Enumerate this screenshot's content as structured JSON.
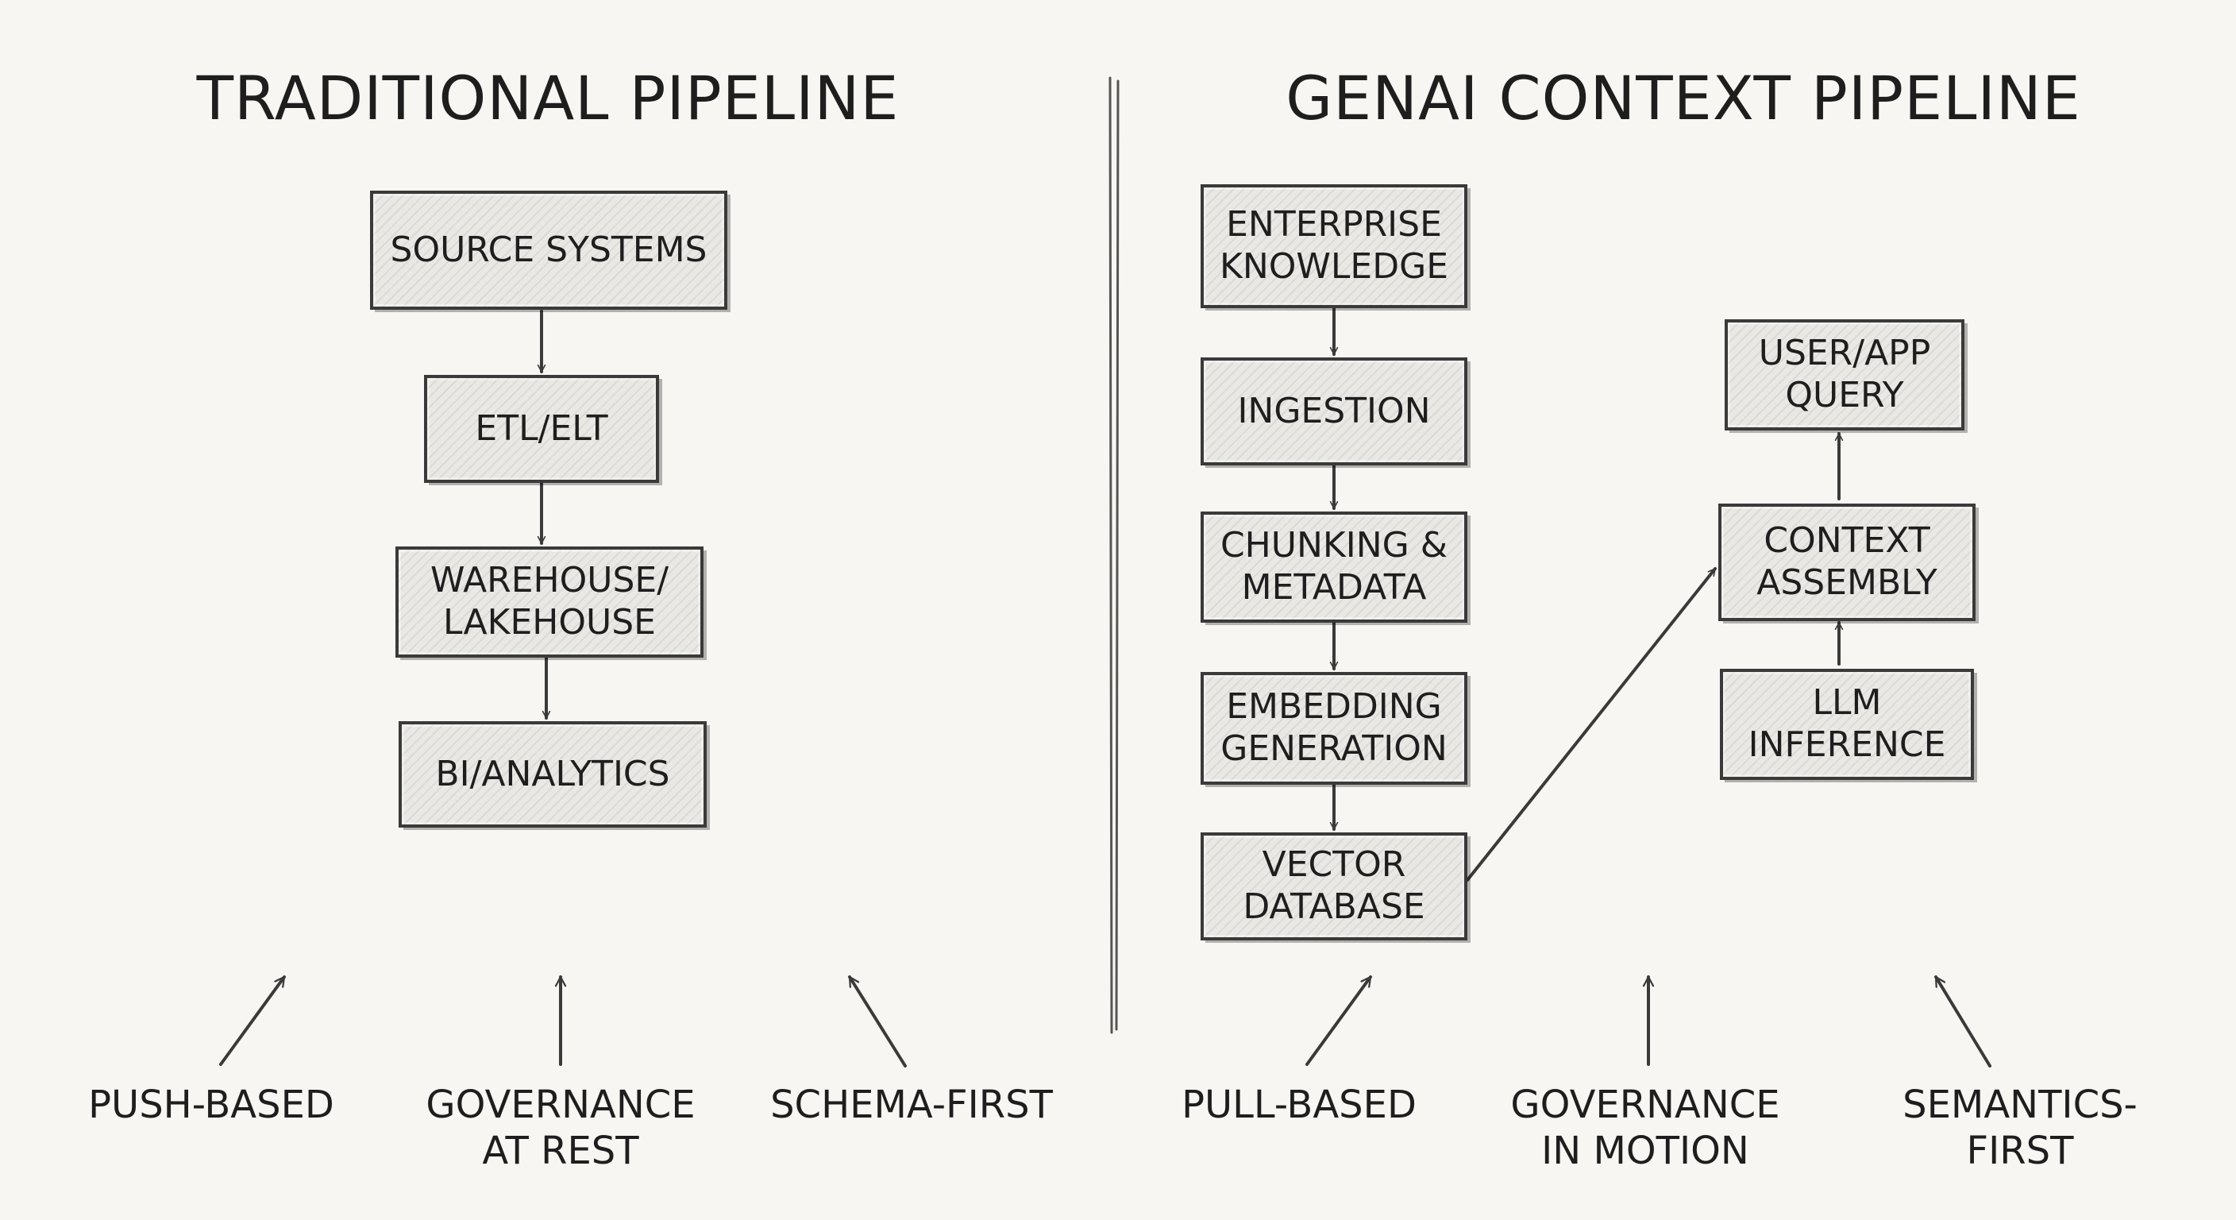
{
  "left": {
    "title": "TRADITIONAL PIPELINE",
    "steps": [
      "SOURCE SYSTEMS",
      "ETL/ELT",
      "WAREHOUSE/\nLAKEHOUSE",
      "BI/ANALYTICS"
    ],
    "principles": [
      "PUSH-BASED",
      "GOVERNANCE\nAT REST",
      "SCHEMA-FIRST"
    ]
  },
  "right": {
    "title": "GENAI CONTEXT PIPELINE",
    "steps": [
      "ENTERPRISE\nKNOWLEDGE",
      "INGESTION",
      "CHUNKING &\nMETADATA",
      "EMBEDDING\nGENERATION",
      "VECTOR\nDATABASE"
    ],
    "assembly": {
      "query": "USER/APP\nQUERY",
      "context": "CONTEXT\nASSEMBLY",
      "llm": "LLM\nINFERENCE"
    },
    "principles": [
      "PULL-BASED",
      "GOVERNANCE\nIN MOTION",
      "SEMANTICS-FIRST"
    ]
  }
}
